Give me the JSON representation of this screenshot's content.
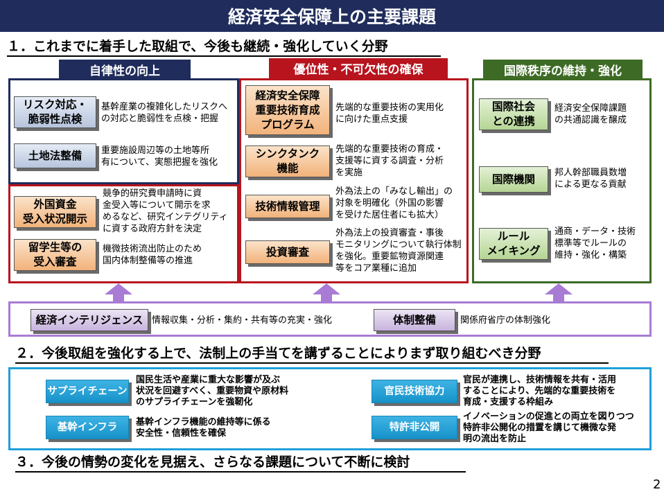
{
  "title": "経済安全保障上の主要課題",
  "section1": {
    "heading": "１．これまでに着手した取組で、今後も継続・強化していく分野"
  },
  "autonomy": {
    "tab": "自律性の向上",
    "items": [
      {
        "button": "リスク対応・\n脆弱性点検",
        "desc": "基幹産業の複雑化したリスクへ\nの対応と脆弱性を点検・把握"
      },
      {
        "button": "土地法整備",
        "desc": "重要施設周辺等の土地等所\n有について、実態把握を強化"
      }
    ]
  },
  "autonomy_lower": {
    "items": [
      {
        "button": "外国資金\n受入状況開示",
        "desc": "競争的研究費申請時に資\n金受入等について開示を求\nめるなど、研究インテグリティ\nに資する政府方針を決定"
      },
      {
        "button": "留学生等の\n受入審査",
        "desc": "機微技術流出防止のため\n国内体制整備等の推進"
      }
    ]
  },
  "superiority": {
    "tab": "優位性・不可欠性の確保",
    "items": [
      {
        "button": "経済安全保障\n重要技術育成\nプログラム",
        "desc": "先端的な重要技術の実用化\nに向けた重点支援"
      },
      {
        "button": "シンクタンク\n機能",
        "desc": "先端的な重要技術の育成・\n支援等に資する調査・分析\nを実施"
      },
      {
        "button": "技術情報管理",
        "desc": "外為法上の「みなし輸出」の\n対象を明確化（外国の影響\nを受けた居住者にも拡大）"
      },
      {
        "button": "投資審査",
        "desc": "外為法上の投資審査・事後\nモニタリングについて執行体制\nを強化。重要鉱物資源関連\n等をコア業種に追加"
      }
    ]
  },
  "international": {
    "tab": "国際秩序の維持・強化",
    "items": [
      {
        "button": "国際社会\nとの連携",
        "desc": "経済安全保障課題\nの共通認識を醸成"
      },
      {
        "button": "国際機関",
        "desc": "邦人幹部職員数増\nによる更なる貢献"
      },
      {
        "button": "ルール\nメイキング",
        "desc": "通商・データ・技術\n標準等でルールの\n維持・強化・構築"
      }
    ]
  },
  "foundation": {
    "items": [
      {
        "button": "経済インテリジェンス",
        "desc": "情報収集・分析・集約・共有等の充実・強化"
      },
      {
        "button": "体制整備",
        "desc": "関係府省庁の体制強化"
      }
    ]
  },
  "section2": {
    "heading": "２．今後取組を強化する上で、法制上の手当てを講ずることによりまず取り組むべき分野",
    "items": [
      {
        "button": "サプライチェーン",
        "desc": "国民生活や産業に重大な影響が及ぶ\n状況を回避すべく、重要物資や原材料\nのサプライチェーンを強靭化"
      },
      {
        "button": "基幹インフラ",
        "desc": "基幹インフラ機能の維持等に係る\n安全性・信頼性を確保"
      },
      {
        "button": "官民技術協力",
        "desc": "官民が連携し、技術情報を共有・活用\nすることにより、先端的な重要技術を\n育成・支援する枠組み"
      },
      {
        "button": "特許非公開",
        "desc": "イノベーションの促進との両立を図りつつ\n特許非公開化の措置を講じて機微な発\n明の流出を防止"
      }
    ]
  },
  "section3": {
    "heading": "３．今後の情勢の変化を見据え、さらなる課題について不断に検討"
  },
  "page_number": "2",
  "colors": {
    "navy": "#1f2c5c",
    "red": "#b8141e",
    "green": "#3d6b25",
    "purple": "#a87bd4",
    "cyan": "#1f9fd9"
  }
}
